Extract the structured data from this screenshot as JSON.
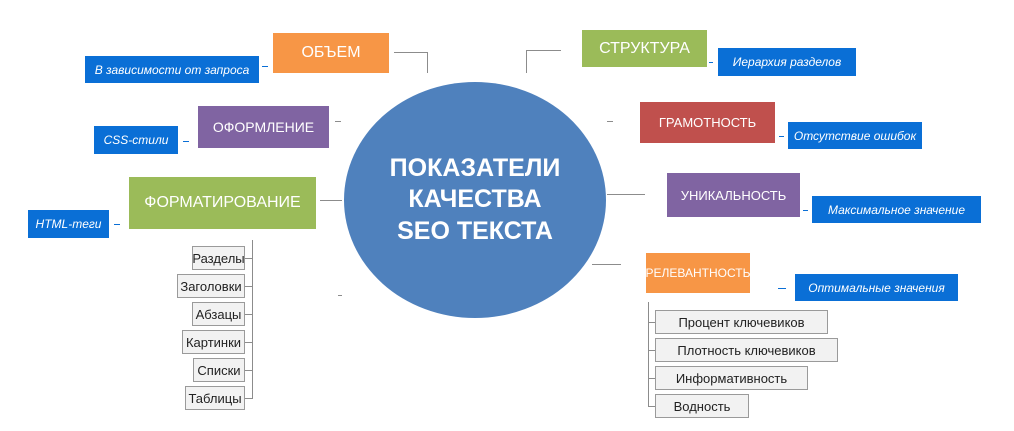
{
  "center": {
    "line1": "ПОКАЗАТЕЛИ",
    "line2": "КАЧЕСТВА",
    "line3": "SEO  ТЕКСТА"
  },
  "categories": {
    "volume": {
      "label": "ОБЪЕМ",
      "note": "В зависимости от запроса",
      "color": "#F79646"
    },
    "design": {
      "label": "ОФОРМЛЕНИЕ",
      "note": "CSS-стили",
      "color": "#8064A2"
    },
    "formatting": {
      "label": "ФОРМАТИРОВАНИЕ",
      "note": "HTML-теги",
      "color": "#9BBB59",
      "items": [
        "Разделы",
        "Заголовки",
        "Абзацы",
        "Картинки",
        "Списки",
        "Таблицы"
      ]
    },
    "structure": {
      "label": "СТРУКТУРА",
      "note": "Иерархия разделов",
      "color": "#9BBB59"
    },
    "literacy": {
      "label": "ГРАМОТНОСТЬ",
      "note": "Отсутствие ошибок",
      "color": "#C0504D"
    },
    "uniqueness": {
      "label": "УНИКАЛЬНОСТЬ",
      "note": "Максимальное значение",
      "color": "#8064A2"
    },
    "relevance": {
      "label": "РЕЛЕВАНТНОСТЬ",
      "note": "Оптимальные значения",
      "color": "#F79646",
      "items": [
        "Процент ключевиков",
        "Плотность ключевиков",
        "Информативность",
        "Водность"
      ]
    }
  }
}
